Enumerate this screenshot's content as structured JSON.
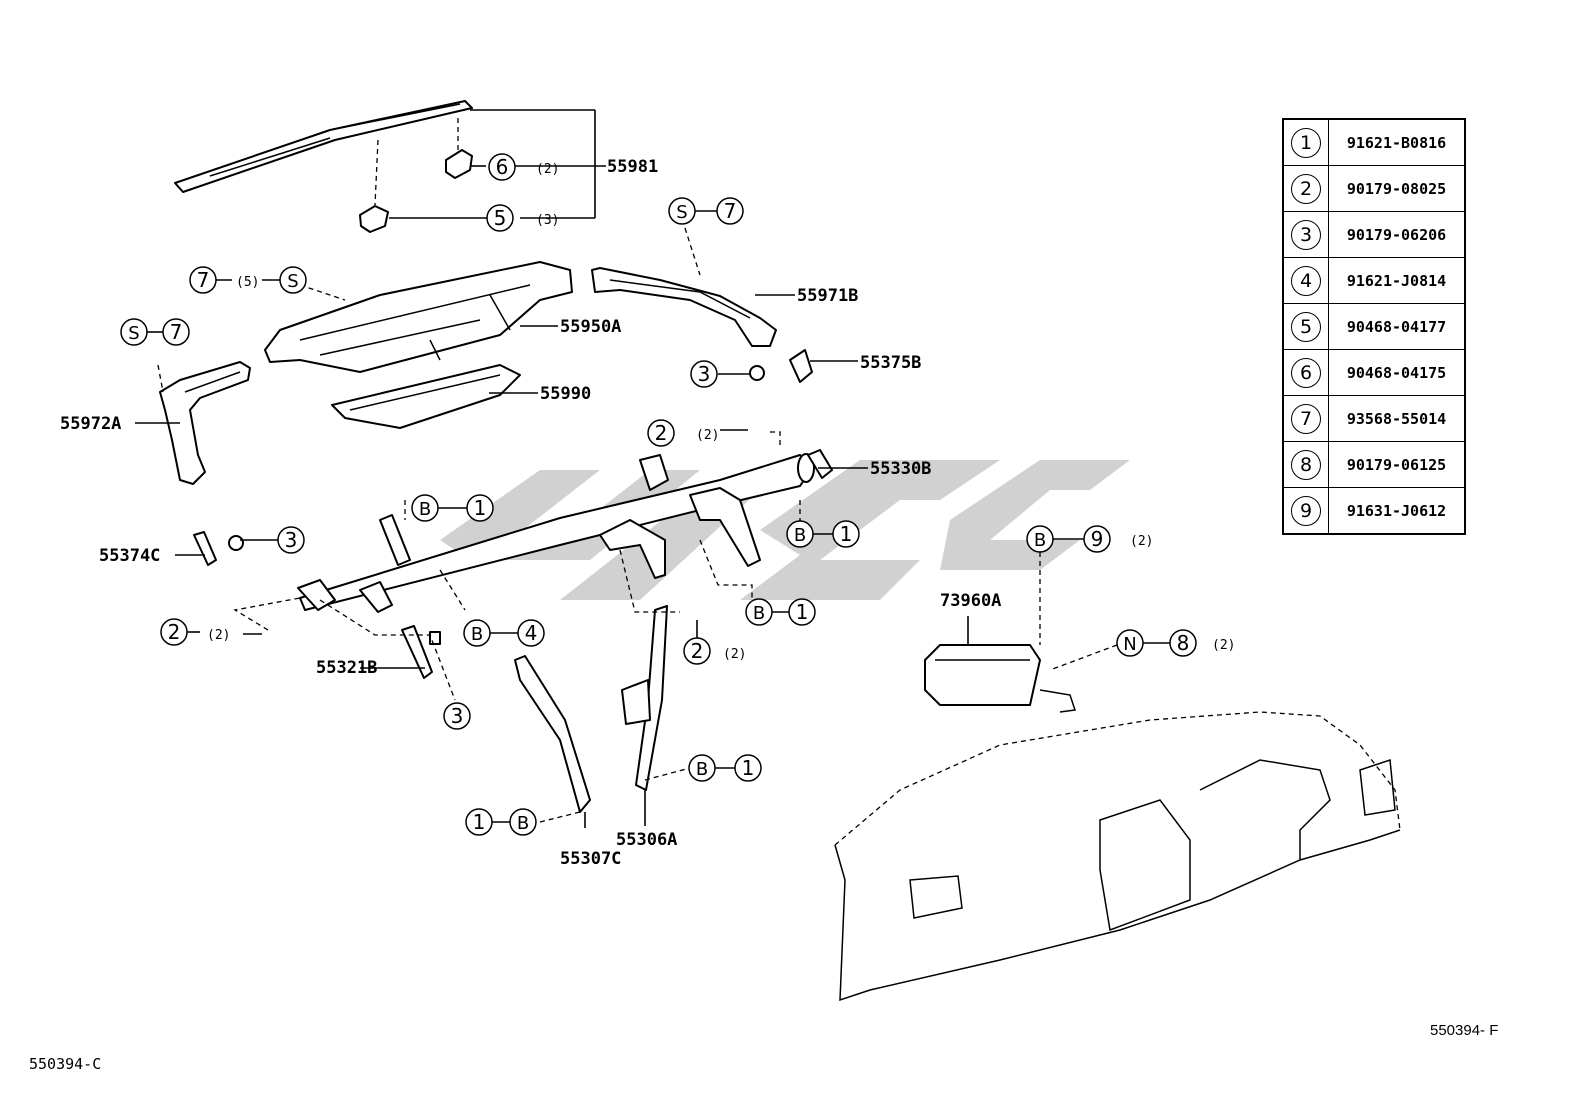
{
  "diagram": {
    "part_labels": {
      "p55981": "55981",
      "p55971B": "55971B",
      "p55950A": "55950A",
      "p55375B": "55375B",
      "p55990": "55990",
      "p55972A": "55972A",
      "p55330B": "55330B",
      "p55374C": "55374C",
      "p73960A": "73960A",
      "p55321B": "55321B",
      "p55307C": "55307C",
      "p55306A": "55306A"
    },
    "quantities": {
      "q2": "(2)",
      "q3": "(3)",
      "q5": "(5)"
    },
    "callout_letters": {
      "S": "S",
      "B": "B",
      "N": "N"
    },
    "callout_numbers": {
      "n1": "1",
      "n2": "2",
      "n3": "3",
      "n4": "4",
      "n5": "5",
      "n6": "6",
      "n7": "7",
      "n8": "8",
      "n9": "9"
    }
  },
  "parts_table": {
    "rows": [
      {
        "num": "1",
        "code": "91621-B0816"
      },
      {
        "num": "2",
        "code": "90179-08025"
      },
      {
        "num": "3",
        "code": "90179-06206"
      },
      {
        "num": "4",
        "code": "91621-J0814"
      },
      {
        "num": "5",
        "code": "90468-04177"
      },
      {
        "num": "6",
        "code": "90468-04175"
      },
      {
        "num": "7",
        "code": "93568-55014"
      },
      {
        "num": "8",
        "code": "90179-06125"
      },
      {
        "num": "9",
        "code": "91631-J0612"
      }
    ]
  },
  "footer": {
    "code_left": "550394-C",
    "code_right": "550394- F"
  }
}
